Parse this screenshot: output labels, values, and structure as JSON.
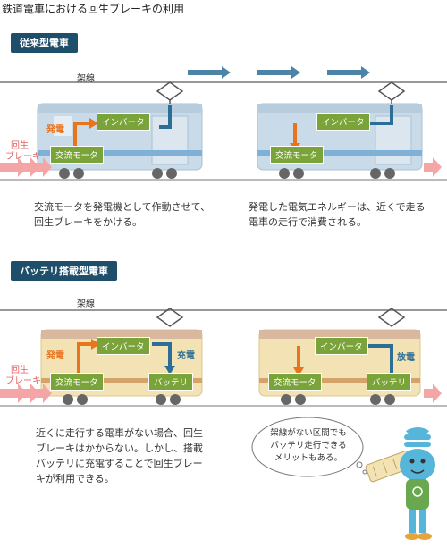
{
  "title": "鉄道電車における回生ブレーキの利用",
  "section1": {
    "label": "従来型電車",
    "overhead_wire": "架線",
    "regen_brake": [
      "回生",
      "ブレーキ"
    ],
    "train1": {
      "power_gen": "発電",
      "inverter": "インバータ",
      "ac_motor": "交流モータ"
    },
    "train2": {
      "inverter": "インバータ",
      "ac_motor": "交流モータ"
    },
    "caption_left": [
      "交流モータを発電機として作動させて、",
      "回生ブレーキをかける。"
    ],
    "caption_right": [
      "発電した電気エネルギーは、近くで走る",
      "電車の走行で消費される。"
    ]
  },
  "section2": {
    "label": "バッテリ搭載型電車",
    "overhead_wire": "架線",
    "regen_brake": [
      "回生",
      "ブレーキ"
    ],
    "train1": {
      "power_gen": "発電",
      "inverter": "インバータ",
      "charge": "充電",
      "ac_motor": "交流モータ",
      "battery": "バッテリ"
    },
    "train2": {
      "inverter": "インバータ",
      "discharge": "放電",
      "ac_motor": "交流モータ",
      "battery": "バッテリ"
    },
    "caption": [
      "近くに走行する電車がない場合、回生",
      "ブレーキはかからない。しかし、搭載",
      "バッテリに充電することで回生ブレー",
      "キが利用できる。"
    ],
    "speech": [
      "架線がない区間でも",
      "バッテリ走行できる",
      "メリットもある。"
    ]
  },
  "colors": {
    "section_label": "#1f4e6b",
    "box": "#7aa33a",
    "power_arrow": "#e8741e",
    "flow_arrow": "#2c6e96",
    "brake_arrow": "#f4a5a5"
  }
}
